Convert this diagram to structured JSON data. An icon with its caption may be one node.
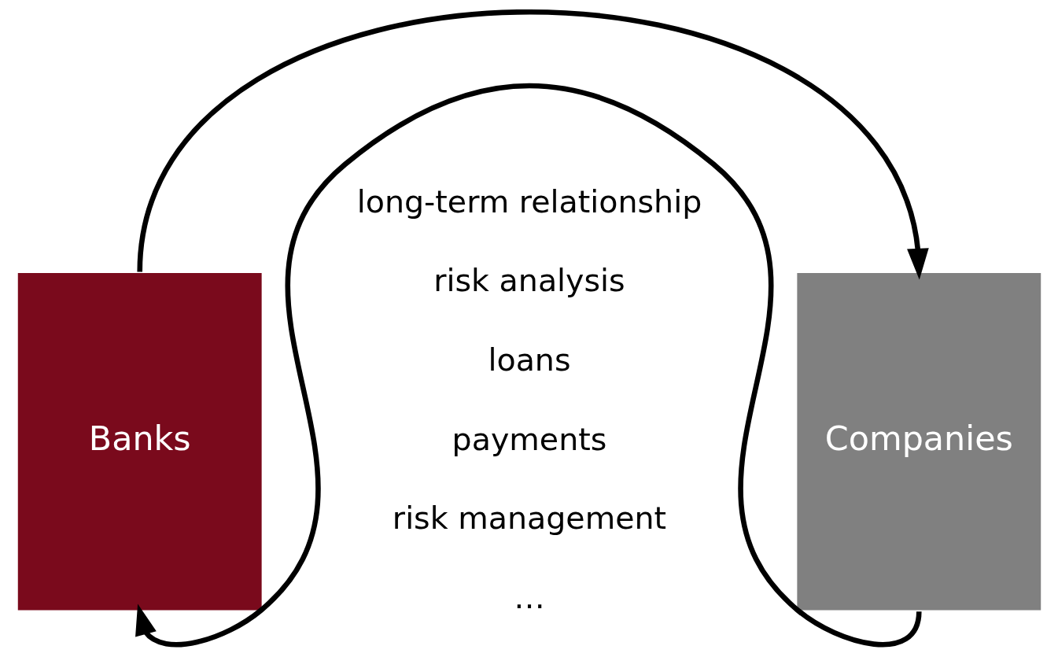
{
  "diagram": {
    "nodes": [
      {
        "text": [
          "Banks"
        ]
      },
      {
        "text": [
          "Companies"
        ]
      }
    ],
    "edges": [
      {
        "from": 0,
        "to": 1,
        "arrow": "to"
      },
      {
        "from": 1,
        "to": 0,
        "arrow": "to"
      }
    ],
    "labels": [
      "long-term relationship",
      "risk analysis",
      "loans",
      "payments",
      "risk management",
      "…"
    ]
  }
}
